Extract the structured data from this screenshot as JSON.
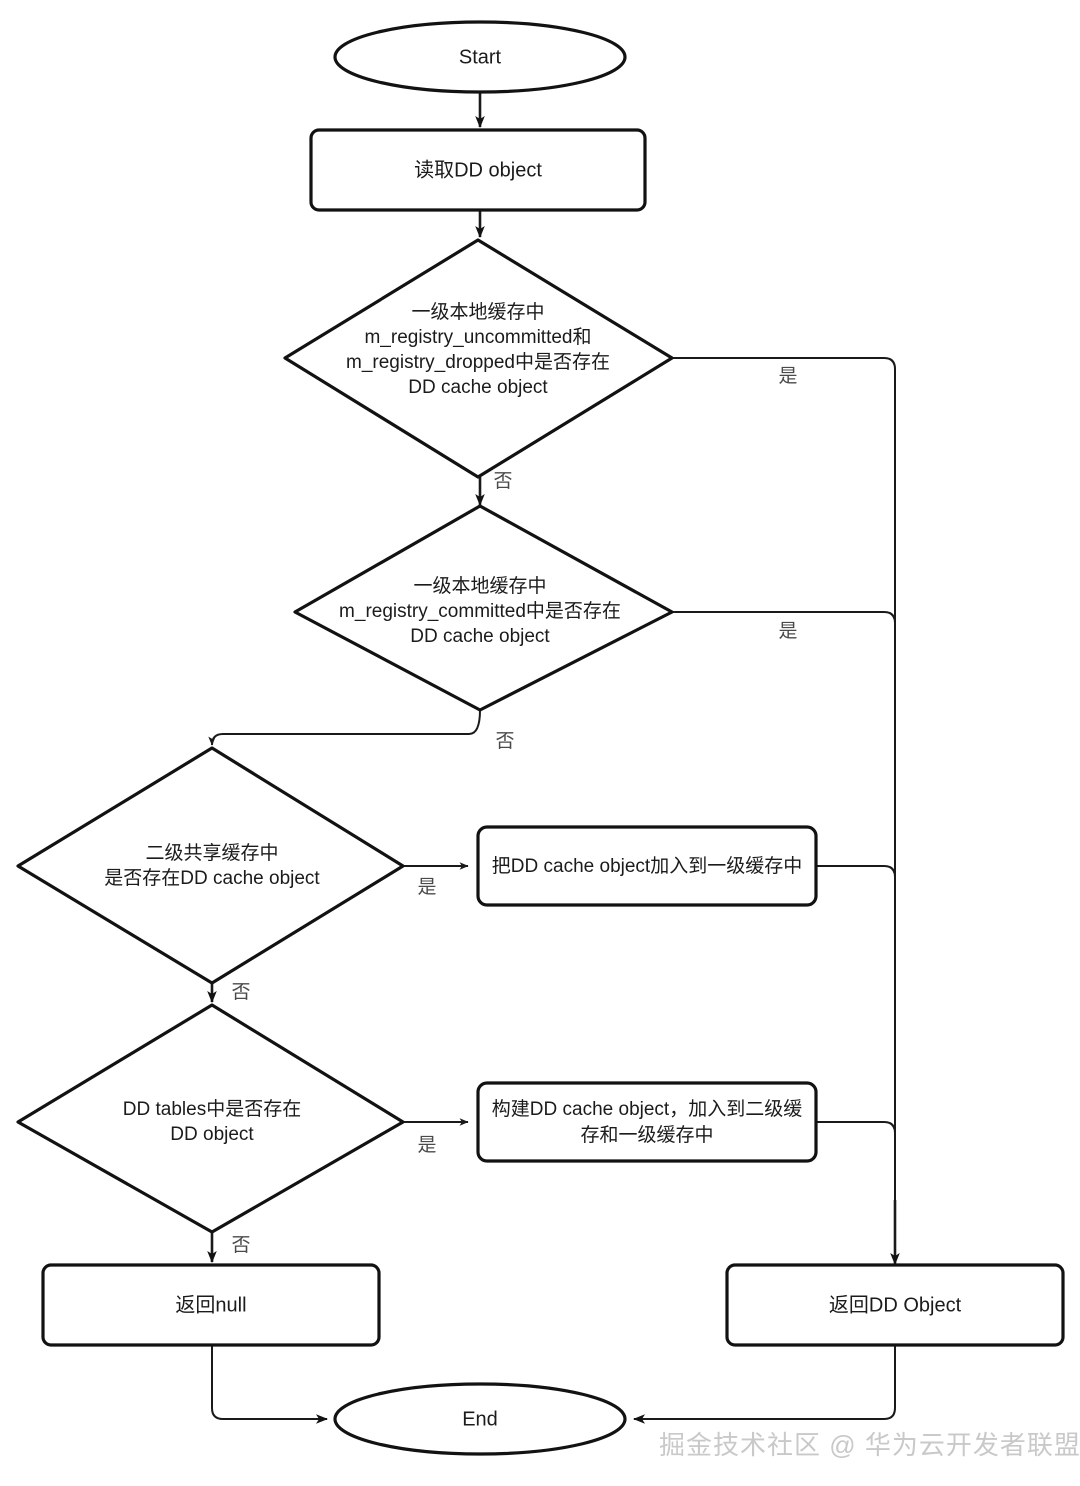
{
  "diagram": {
    "title": "DD object cache lookup flowchart",
    "background": "#ffffff",
    "stroke_color": "#121212",
    "edge_color": "#1a1a1a",
    "text_color": "#1b1b1b",
    "label_color": "#4a4a4a",
    "watermark_color": "#c9c9c9"
  },
  "nodes": {
    "start": {
      "type": "terminator",
      "label": "Start"
    },
    "read_dd_object": {
      "type": "process",
      "label": "读取DD object"
    },
    "decision_l1_uncommitted": {
      "type": "decision",
      "line1": "一级本地缓存中",
      "line2": "m_registry_uncommitted和",
      "line3": "m_registry_dropped中是否存在",
      "line4": "DD cache object"
    },
    "decision_l1_committed": {
      "type": "decision",
      "line1": "一级本地缓存中",
      "line2": "m_registry_committed中是否存在",
      "line3": "DD cache object"
    },
    "decision_l2_shared": {
      "type": "decision",
      "line1": "二级共享缓存中",
      "line2": "是否存在DD cache object"
    },
    "decision_dd_tables": {
      "type": "decision",
      "line1": "DD tables中是否存在",
      "line2": "DD object"
    },
    "add_to_l1_cache": {
      "type": "process",
      "label": "把DD cache object加入到一级缓存中"
    },
    "build_cache_object": {
      "type": "process",
      "line1": "构建DD cache object，加入到二级缓",
      "line2": "存和一级缓存中"
    },
    "return_null": {
      "type": "process",
      "label": "返回null"
    },
    "return_dd_object": {
      "type": "process",
      "label": "返回DD Object"
    },
    "end": {
      "type": "terminator",
      "label": "End"
    }
  },
  "edge_labels": {
    "yes": "是",
    "no": "否"
  },
  "edges": [
    {
      "from": "start",
      "to": "read_dd_object",
      "label": ""
    },
    {
      "from": "read_dd_object",
      "to": "decision_l1_uncommitted",
      "label": ""
    },
    {
      "from": "decision_l1_uncommitted",
      "to": "return_dd_object",
      "label": "是"
    },
    {
      "from": "decision_l1_uncommitted",
      "to": "decision_l1_committed",
      "label": "否"
    },
    {
      "from": "decision_l1_committed",
      "to": "return_dd_object",
      "label": "是"
    },
    {
      "from": "decision_l1_committed",
      "to": "decision_l2_shared",
      "label": "否"
    },
    {
      "from": "decision_l2_shared",
      "to": "add_to_l1_cache",
      "label": "是"
    },
    {
      "from": "decision_l2_shared",
      "to": "decision_dd_tables",
      "label": "否"
    },
    {
      "from": "add_to_l1_cache",
      "to": "return_dd_object",
      "label": ""
    },
    {
      "from": "decision_dd_tables",
      "to": "build_cache_object",
      "label": "是"
    },
    {
      "from": "decision_dd_tables",
      "to": "return_null",
      "label": "否"
    },
    {
      "from": "build_cache_object",
      "to": "return_dd_object",
      "label": ""
    },
    {
      "from": "return_null",
      "to": "end",
      "label": ""
    },
    {
      "from": "return_dd_object",
      "to": "end",
      "label": ""
    }
  ],
  "watermark": {
    "text": "掘金技术社区 @ 华为云开发者联盟"
  }
}
